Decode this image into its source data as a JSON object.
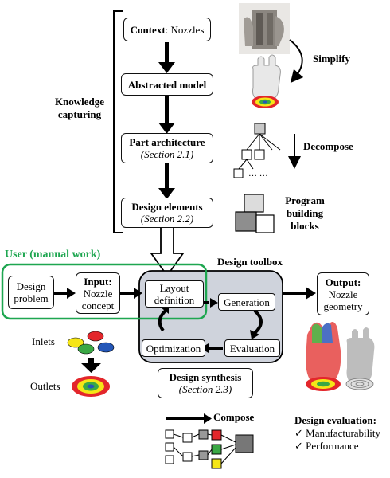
{
  "left_bracket": {
    "label_line1": "Knowledge",
    "label_line2": "capturing"
  },
  "steps": {
    "context": {
      "title": "Context",
      "suffix": ": Nozzles"
    },
    "abstracted": {
      "title": "Abstracted model"
    },
    "part_arch": {
      "title": "Part architecture",
      "ref": "(Section 2.1)"
    },
    "design_elements": {
      "title": "Design elements",
      "ref": "(Section 2.2)"
    }
  },
  "right_side": {
    "simplify": "Simplify",
    "decompose": "Decompose",
    "program_line1": "Program",
    "program_line2": "building",
    "program_line3": "blocks",
    "dots": "… …"
  },
  "user_label": "User (manual work)",
  "design_problem": {
    "line1": "Design",
    "line2": "problem"
  },
  "input": {
    "title": "Input:",
    "line1": "Nozzle",
    "line2": "concept"
  },
  "toolbox": {
    "title": "Design toolbox",
    "layout_line1": "Layout",
    "layout_line2": "definition",
    "generation": "Generation",
    "evaluation": "Evaluation",
    "optimization": "Optimization"
  },
  "synthesis": {
    "title": "Design synthesis",
    "ref": "(Section 2.3)"
  },
  "output": {
    "title": "Output:",
    "line1": "Nozzle",
    "line2": "geometry"
  },
  "inlets": "Inlets",
  "outlets": "Outlets",
  "compose": "Compose",
  "evaluation_block": {
    "title": "Design evaluation:",
    "item1": "✓ Manufacturability",
    "item2": "✓ Performance"
  },
  "colors": {
    "user_green": "#1ea650",
    "toolbox_fill": "#cfd3dc",
    "inlet_yellow": "#f5e617",
    "inlet_red": "#e3262b",
    "inlet_green": "#3aa845",
    "inlet_blue": "#2457b8"
  }
}
